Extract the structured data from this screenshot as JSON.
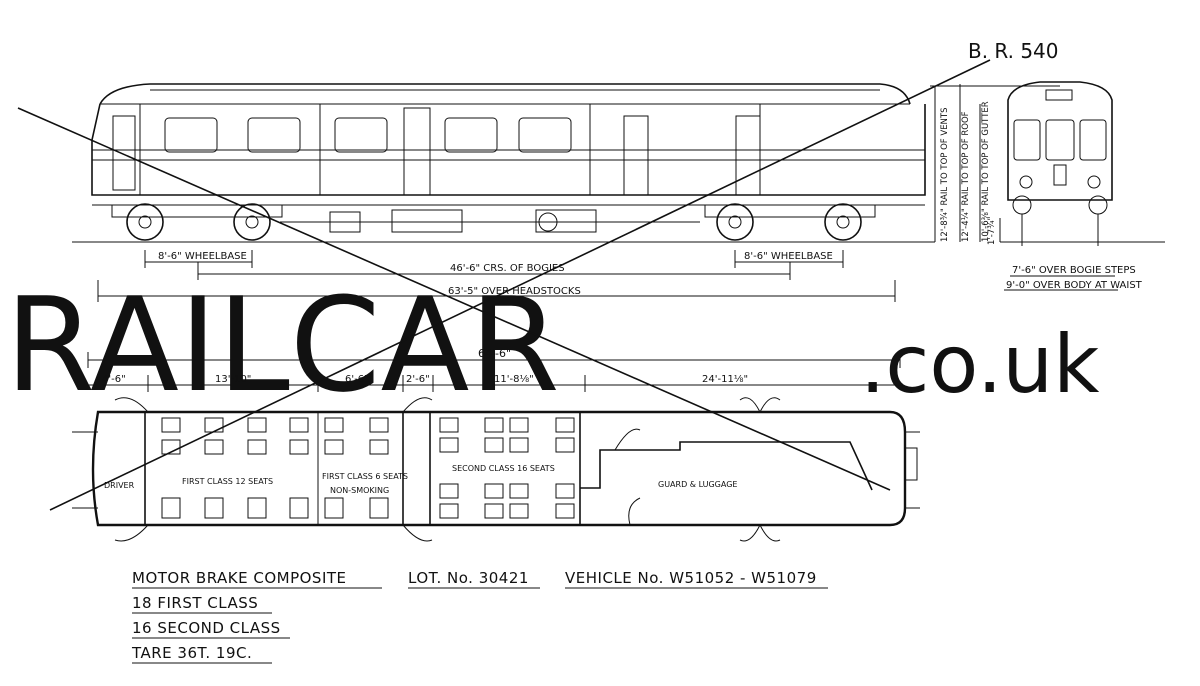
{
  "drawing_ref": "B. R. 540",
  "watermark": {
    "main": "RAILCAR",
    "domain": ".co.uk"
  },
  "side_elevation": {
    "wheelbase_left": "8'-6\" WHEELBASE",
    "wheelbase_right": "8'-6\" WHEELBASE",
    "bogie_centres": "46'-6\" CRS. OF BOGIES",
    "over_headstocks": "63'-5\" OVER HEADSTOCKS"
  },
  "end_elevation": {
    "height_vents": "12'-8¾\" RAIL TO TOP OF VENTS",
    "height_roof": "12'-4¼\" RAIL TO TOP OF ROOF",
    "height_gutter": "10'-6⅜\" RAIL TO TOP OF GUTTER",
    "height_step": "1'-7¾\"",
    "width_steps": "7'-6\" OVER BOGIE STEPS",
    "width_body": "9'-0\" OVER BODY AT WAIST"
  },
  "plan": {
    "overall_length": "64'-6\"",
    "dims": [
      "4'-6\"",
      "13'-10\"",
      "6'-6\"",
      "2'-6\"",
      "11'-8⅛\"",
      "24'-11⅛\""
    ],
    "rooms": {
      "driver": "DRIVER",
      "first_class": "FIRST CLASS 12 SEATS",
      "first_class_non_smoking_1": "FIRST CLASS 6 SEATS",
      "first_class_non_smoking_2": "NON-SMOKING",
      "second_class": "SECOND CLASS 16 SEATS",
      "guard": "GUARD & LUGGAGE"
    }
  },
  "title_block": {
    "lines": [
      "MOTOR BRAKE COMPOSITE",
      "18 FIRST CLASS",
      "16 SECOND CLASS",
      "TARE 36T. 19C."
    ],
    "lot": "LOT. No. 30421",
    "vehicle": "VEHICLE   No. W51052 - W51079"
  }
}
